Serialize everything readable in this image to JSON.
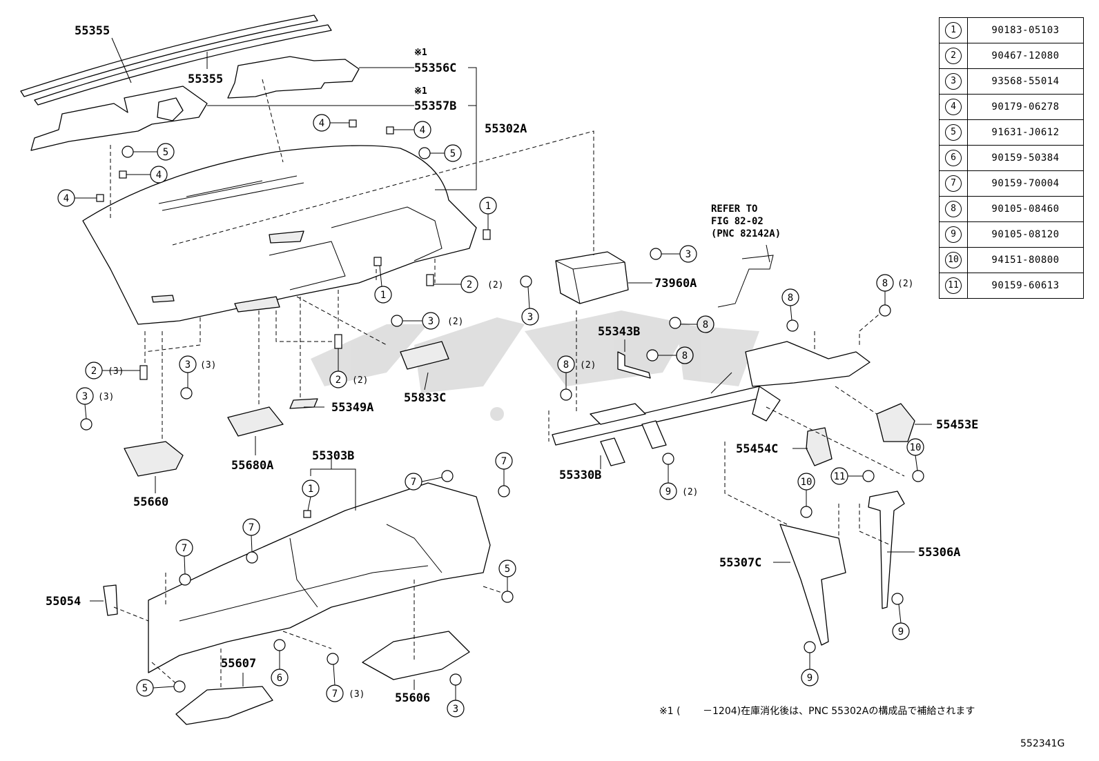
{
  "legend": [
    {
      "num": "1",
      "part": "90183-05103"
    },
    {
      "num": "2",
      "part": "90467-12080"
    },
    {
      "num": "3",
      "part": "93568-55014"
    },
    {
      "num": "4",
      "part": "90179-06278"
    },
    {
      "num": "5",
      "part": "91631-J0612"
    },
    {
      "num": "6",
      "part": "90159-50384"
    },
    {
      "num": "7",
      "part": "90159-70004"
    },
    {
      "num": "8",
      "part": "90105-08460"
    },
    {
      "num": "9",
      "part": "90105-08120"
    },
    {
      "num": "10",
      "part": "94151-80800"
    },
    {
      "num": "11",
      "part": "90159-60613"
    }
  ],
  "labels": {
    "l55355a": "55355",
    "l55355b": "55355",
    "l55356c": "55356C",
    "l55357b": "55357B",
    "l55302a": "55302A",
    "note1a": "※1",
    "note1b": "※1",
    "l73960a": "73960A",
    "l55343b": "55343B",
    "l55833c": "55833C",
    "l55349a": "55349A",
    "l55680a": "55680A",
    "l55660": "55660",
    "l55303b": "55303B",
    "l55330b": "55330B",
    "l55454c": "55454C",
    "l55453e": "55453E",
    "l55307c": "55307C",
    "l55306a": "55306A",
    "l55054": "55054",
    "l55607": "55607",
    "l55606": "55606"
  },
  "callouts": {
    "q2_2a": "(2)",
    "q2_2b": "(2)",
    "q2_3": "(3)",
    "q3_3a": "(3)",
    "q3_3b": "(3)",
    "q3_2": "(2)",
    "q8_2a": "(2)",
    "q8_2b": "(2)",
    "q9_2": "(2)",
    "q7_3": "(3)"
  },
  "refer": "REFER TO\nFIG 82-02\n(PNC 82142A)",
  "footnote": "※1 (　　 －1204)在庫消化後は、PNC 55302Aの構成品で補給されます",
  "figure_id": "552341G"
}
